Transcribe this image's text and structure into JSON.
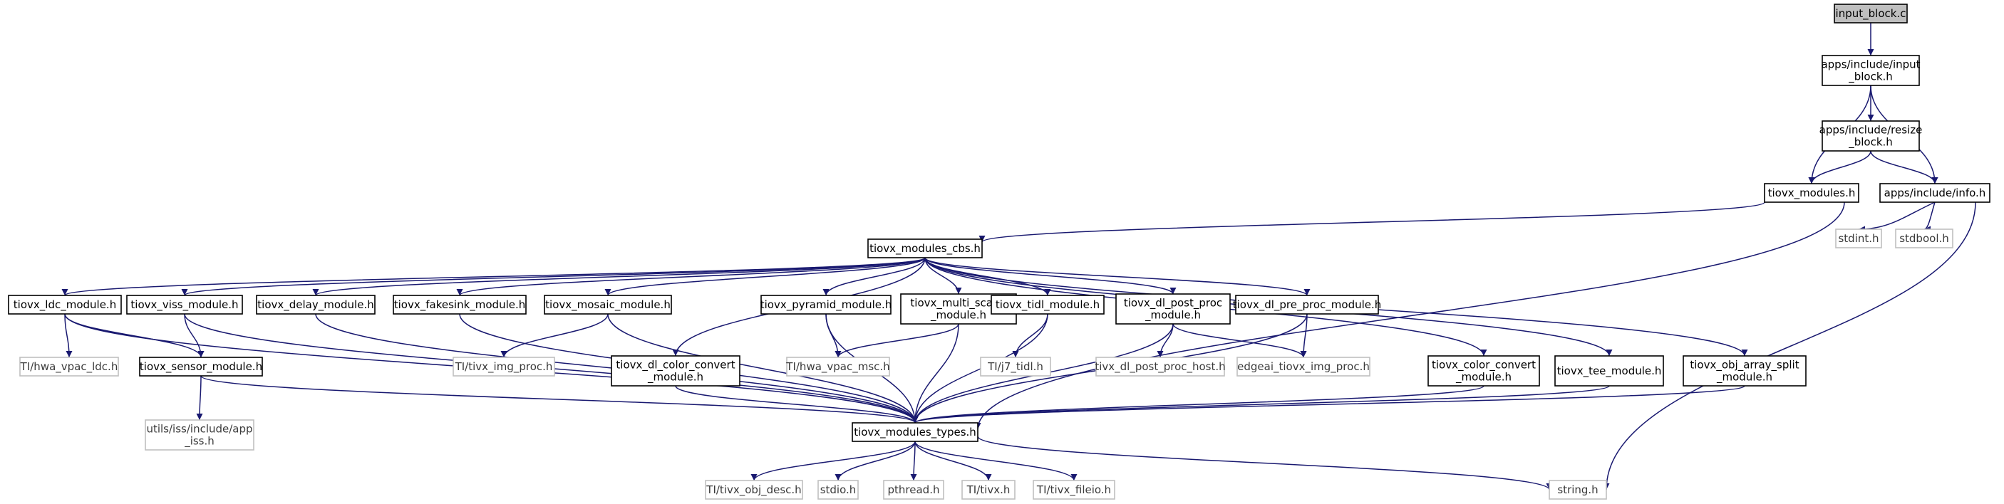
{
  "title": "input_block.c",
  "colors": {
    "edge": "#191970",
    "root_fill": "#bfbfbf",
    "file_border": "#000000",
    "external_border": "#bfbfbf"
  },
  "nodes": {
    "input_block_c": "input_block.c",
    "input_block_h": [
      "apps/include/input",
      "_block.h"
    ],
    "resize_block_h": [
      "apps/include/resize",
      "_block.h"
    ],
    "tiovx_modules_h": "tiovx_modules.h",
    "info_h": "apps/include/info.h",
    "stdint_h": "stdint.h",
    "stdbool_h": "stdbool.h",
    "cbs_h": "tiovx_modules_cbs.h",
    "ldc_module_h": "tiovx_ldc_module.h",
    "viss_module_h": "tiovx_viss_module.h",
    "delay_module_h": "tiovx_delay_module.h",
    "fakesink_module_h": "tiovx_fakesink_module.h",
    "mosaic_module_h": "tiovx_mosaic_module.h",
    "pyramid_module_h": "tiovx_pyramid_module.h",
    "multi_scaler_h": [
      "tiovx_multi_scaler",
      "_module.h"
    ],
    "tidl_module_h": "tiovx_tidl_module.h",
    "dl_post_proc_h": [
      "tiovx_dl_post_proc",
      "_module.h"
    ],
    "dl_pre_proc_h": "tiovx_dl_pre_proc_module.h",
    "hwa_vpac_ldc_h": "TI/hwa_vpac_ldc.h",
    "sensor_module_h": "tiovx_sensor_module.h",
    "app_iss_h": [
      "utils/iss/include/app",
      "_iss.h"
    ],
    "img_proc_h": "TI/tivx_img_proc.h",
    "dl_color_convert_h": [
      "tiovx_dl_color_convert",
      "_module.h"
    ],
    "hwa_vpac_msc_h": "TI/hwa_vpac_msc.h",
    "j7_tidl_h": "TI/j7_tidl.h",
    "dl_post_proc_host_h": "tivx_dl_post_proc_host.h",
    "edgeai_img_proc_h": "edgeai_tiovx_img_proc.h",
    "color_convert_h": [
      "tiovx_color_convert",
      "_module.h"
    ],
    "tee_module_h": "tiovx_tee_module.h",
    "obj_array_split_h": [
      "tiovx_obj_array_split",
      "_module.h"
    ],
    "modules_types_h": "tiovx_modules_types.h",
    "obj_desc_h": "TI/tivx_obj_desc.h",
    "stdio_h": "stdio.h",
    "pthread_h": "pthread.h",
    "tivx_h": "TI/tivx.h",
    "fileio_h": "TI/tivx_fileio.h",
    "string_h": "string.h"
  },
  "edges": [
    [
      "input_block_c",
      "input_block_h"
    ],
    [
      "input_block_h",
      "resize_block_h"
    ],
    [
      "input_block_h",
      "tiovx_modules_h"
    ],
    [
      "input_block_h",
      "info_h"
    ],
    [
      "resize_block_h",
      "tiovx_modules_h"
    ],
    [
      "resize_block_h",
      "info_h"
    ],
    [
      "info_h",
      "stdint_h"
    ],
    [
      "info_h",
      "stdbool_h"
    ],
    [
      "info_h",
      "string_h"
    ],
    [
      "tiovx_modules_h",
      "cbs_h"
    ],
    [
      "tiovx_modules_h",
      "modules_types_h"
    ],
    [
      "cbs_h",
      "ldc_module_h"
    ],
    [
      "cbs_h",
      "viss_module_h"
    ],
    [
      "cbs_h",
      "delay_module_h"
    ],
    [
      "cbs_h",
      "fakesink_module_h"
    ],
    [
      "cbs_h",
      "mosaic_module_h"
    ],
    [
      "cbs_h",
      "dl_color_convert_h"
    ],
    [
      "cbs_h",
      "pyramid_module_h"
    ],
    [
      "cbs_h",
      "multi_scaler_h"
    ],
    [
      "cbs_h",
      "tidl_module_h"
    ],
    [
      "cbs_h",
      "dl_post_proc_h"
    ],
    [
      "cbs_h",
      "dl_pre_proc_h"
    ],
    [
      "cbs_h",
      "color_convert_h"
    ],
    [
      "cbs_h",
      "tee_module_h"
    ],
    [
      "cbs_h",
      "obj_array_split_h"
    ],
    [
      "ldc_module_h",
      "hwa_vpac_ldc_h"
    ],
    [
      "ldc_module_h",
      "sensor_module_h"
    ],
    [
      "ldc_module_h",
      "modules_types_h"
    ],
    [
      "viss_module_h",
      "sensor_module_h"
    ],
    [
      "viss_module_h",
      "modules_types_h"
    ],
    [
      "sensor_module_h",
      "app_iss_h"
    ],
    [
      "sensor_module_h",
      "modules_types_h"
    ],
    [
      "delay_module_h",
      "modules_types_h"
    ],
    [
      "fakesink_module_h",
      "modules_types_h"
    ],
    [
      "mosaic_module_h",
      "img_proc_h"
    ],
    [
      "mosaic_module_h",
      "modules_types_h"
    ],
    [
      "dl_color_convert_h",
      "modules_types_h"
    ],
    [
      "pyramid_module_h",
      "hwa_vpac_msc_h"
    ],
    [
      "pyramid_module_h",
      "modules_types_h"
    ],
    [
      "multi_scaler_h",
      "hwa_vpac_msc_h"
    ],
    [
      "multi_scaler_h",
      "modules_types_h"
    ],
    [
      "tidl_module_h",
      "j7_tidl_h"
    ],
    [
      "tidl_module_h",
      "modules_types_h"
    ],
    [
      "dl_post_proc_h",
      "dl_post_proc_host_h"
    ],
    [
      "dl_post_proc_h",
      "edgeai_img_proc_h"
    ],
    [
      "dl_post_proc_h",
      "modules_types_h"
    ],
    [
      "dl_pre_proc_h",
      "edgeai_img_proc_h"
    ],
    [
      "dl_pre_proc_h",
      "modules_types_h"
    ],
    [
      "color_convert_h",
      "modules_types_h"
    ],
    [
      "tee_module_h",
      "modules_types_h"
    ],
    [
      "obj_array_split_h",
      "modules_types_h"
    ],
    [
      "modules_types_h",
      "obj_desc_h"
    ],
    [
      "modules_types_h",
      "stdio_h"
    ],
    [
      "modules_types_h",
      "pthread_h"
    ],
    [
      "modules_types_h",
      "tivx_h"
    ],
    [
      "modules_types_h",
      "fileio_h"
    ],
    [
      "modules_types_h",
      "string_h"
    ]
  ]
}
